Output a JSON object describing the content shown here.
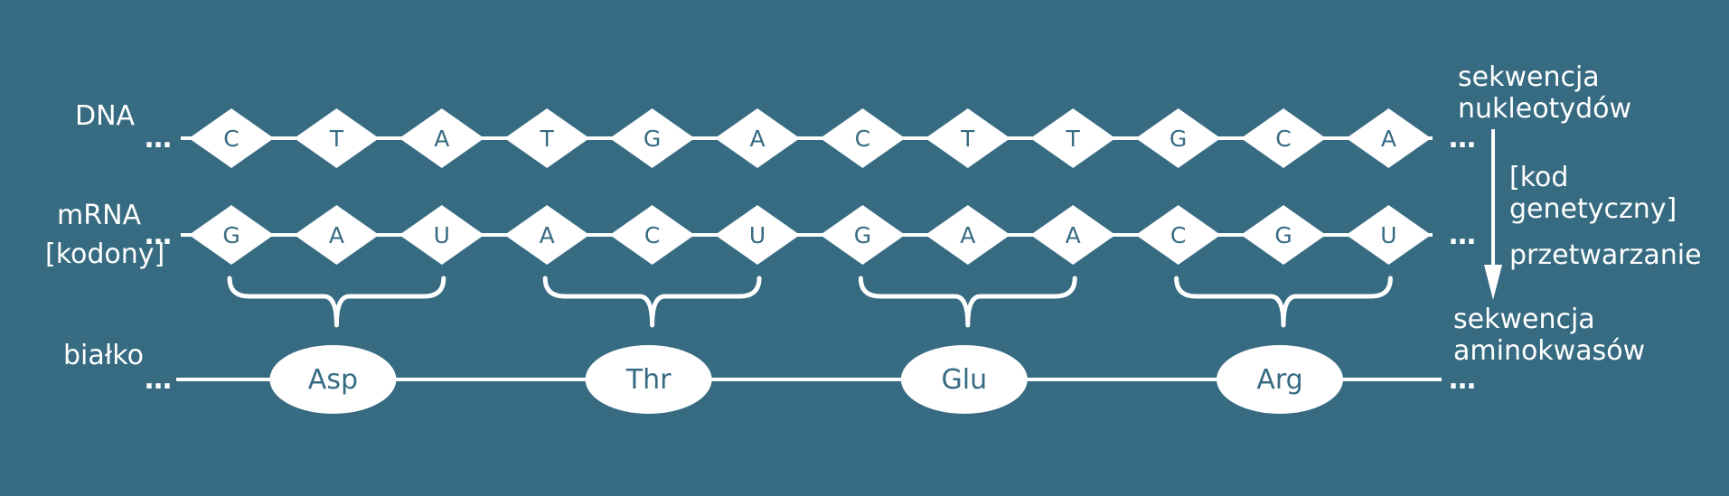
{
  "labels": {
    "dna": "DNA",
    "mrna": "mRNA",
    "codons": "[kodony]",
    "protein": "białko"
  },
  "right_labels": {
    "nucleotide_sequence": [
      "sekwencja",
      "nukleotydów"
    ],
    "genetic_code": [
      "[kod",
      "genetyczny]"
    ],
    "processing": "przetwarzanie",
    "amino_acid_sequence": [
      "sekwencja",
      "aminokwasów"
    ]
  },
  "ellipsis": "…",
  "dna_sequence": [
    "C",
    "T",
    "A",
    "T",
    "G",
    "A",
    "C",
    "T",
    "T",
    "G",
    "C",
    "A"
  ],
  "mrna_sequence": [
    "G",
    "A",
    "U",
    "A",
    "C",
    "U",
    "G",
    "A",
    "A",
    "C",
    "G",
    "U"
  ],
  "amino_acids": [
    "Asp",
    "Thr",
    "Glu",
    "Arg"
  ],
  "colors": {
    "background": "#366b82",
    "foreground": "#ffffff"
  }
}
